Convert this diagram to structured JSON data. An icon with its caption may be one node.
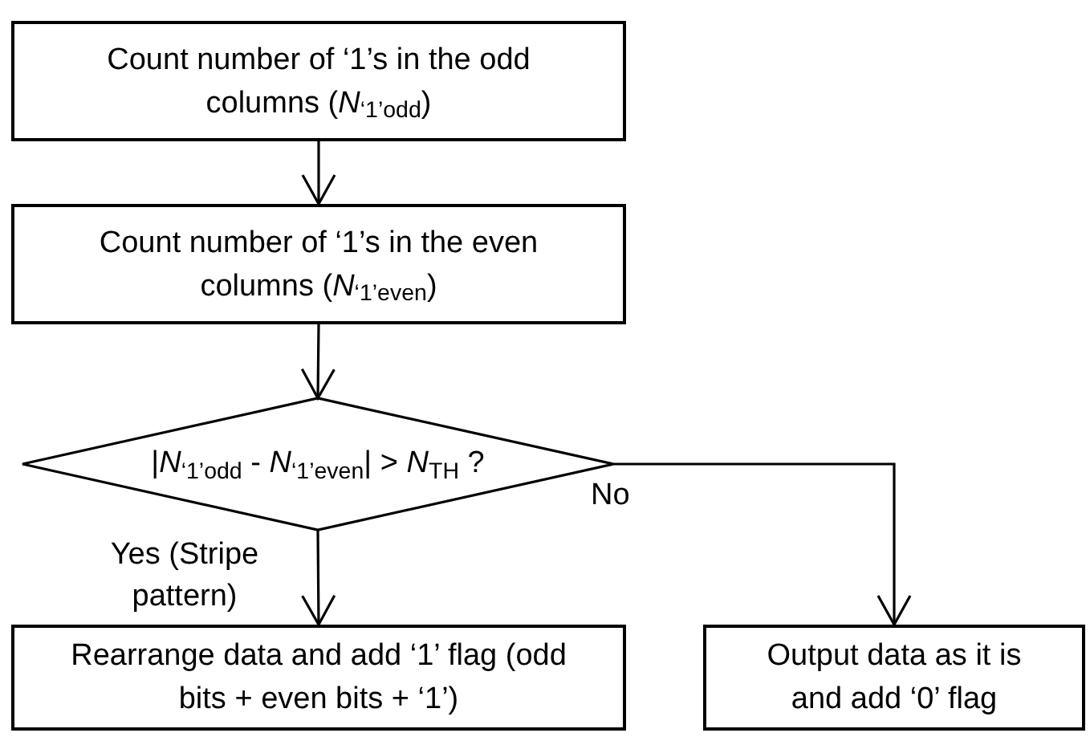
{
  "diagram": {
    "nodes": [
      {
        "text": [
          "Count number of ‘1’s in the odd columns (*N*$_{‘1’odd}$)"
        ]
      },
      {
        "text": [
          "Count number of ‘1’s in the even columns (*N*$_{‘1’even}$)"
        ]
      },
      {
        "text": [
          "|*N*$_{‘1’odd}$ - *N*$_{‘1’even}$| > *N*$_{TH}$ ?"
        ]
      },
      {
        "text": [
          "Rearrange data and add ‘1’ flag (odd bits + even bits + ‘1’)"
        ]
      },
      {
        "text": [
          "Output data as it is and add ‘0’ flag"
        ]
      }
    ],
    "edges": [
      {
        "from": 0,
        "to": 1,
        "arrow": "to"
      },
      {
        "from": 1,
        "to": 2,
        "arrow": "to"
      },
      {
        "from": 2,
        "to": 3,
        "arrow": "to",
        "label": "Yes (Stripe pattern)"
      },
      {
        "from": 2,
        "to": 4,
        "arrow": "to",
        "label": "No"
      }
    ]
  }
}
